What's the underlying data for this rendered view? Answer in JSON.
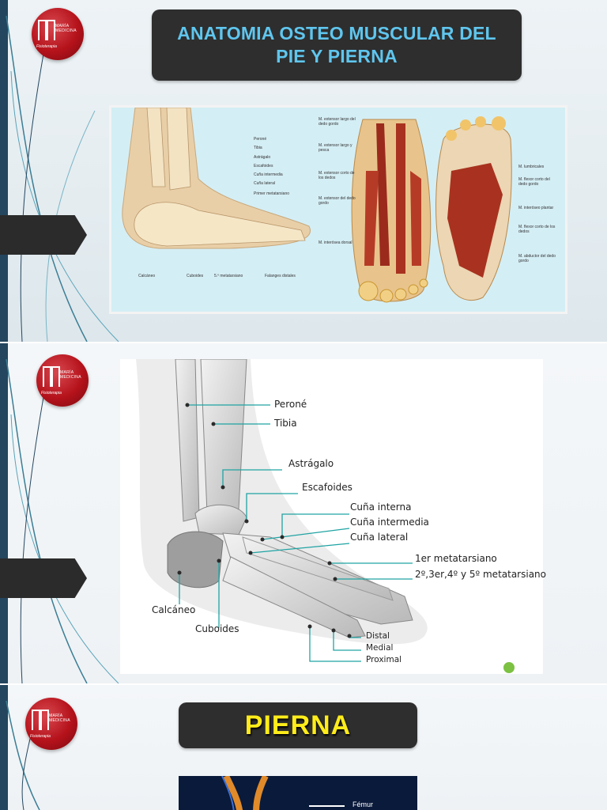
{
  "slides": [
    {
      "title": "ANATOMIA  OSTEO MUSCULAR DEL PIE Y PIERNA",
      "title_line1": "ANATOMIA  OSTEO MUSCULAR DEL",
      "title_line2": "PIE Y PIERNA",
      "logo": {
        "letter": "M",
        "line1": "MARÍA",
        "line2": "MEDICINA",
        "sub": "Fisioterapia"
      },
      "figure_labels_bones": [
        "Peroné",
        "Tibia",
        "Astrágalo",
        "Escafoides",
        "Cuña intermedia",
        "Cuña lateral",
        "Primer metatarsiano",
        "Calcáneo",
        "Cuboides",
        "5.º metatarsiano",
        "Falanges distales"
      ],
      "figure_labels_muscles_left": [
        "M. extensor largo del dedo gordo",
        "M. extensor largo y pesca",
        "M. extensor corto de los dedos",
        "M. extensor del dedo gordo",
        "M. interósea dorsal"
      ],
      "figure_labels_muscles_right": [
        "M. lumbricales",
        "M. flexor corto del dedo gordo",
        "M. interóseo plantar",
        "M. flexor corto de los dedos",
        "M. abductor del dedo gordo"
      ]
    },
    {
      "logo": {
        "letter": "M",
        "line1": "MARÍA",
        "line2": "MEDICINA",
        "sub": "Fisioterapia"
      },
      "labels": {
        "perone": "Peroné",
        "tibia": "Tibia",
        "astragalo": "Astrágalo",
        "escafoides": "Escafoides",
        "cuna_interna": "Cuña interna",
        "cuna_intermedia": "Cuña intermedia",
        "cuna_lateral": "Cuña lateral",
        "metatarsiano1": "1er metatarsiano",
        "metatarsianos": "2º,3er,4º y 5º metatarsiano",
        "calcaneo": "Calcáneo",
        "cuboides": "Cuboides",
        "distal": "Distal",
        "medial": "Medial",
        "proximal": "Proximal"
      }
    },
    {
      "title": "PIERNA",
      "logo": {
        "letter": "M",
        "line1": "MARÍA",
        "line2": "MEDICINA",
        "sub": "Fisioterapia"
      },
      "figure_label": "Fémur"
    }
  ],
  "colors": {
    "title_bg": "#2e2e2e",
    "title1_text": "#5fc6ee",
    "title3_text": "#ffec1a",
    "left_bar": "#24465f",
    "logo_red": "#b5121b",
    "leader_line": "#20a3a3"
  }
}
